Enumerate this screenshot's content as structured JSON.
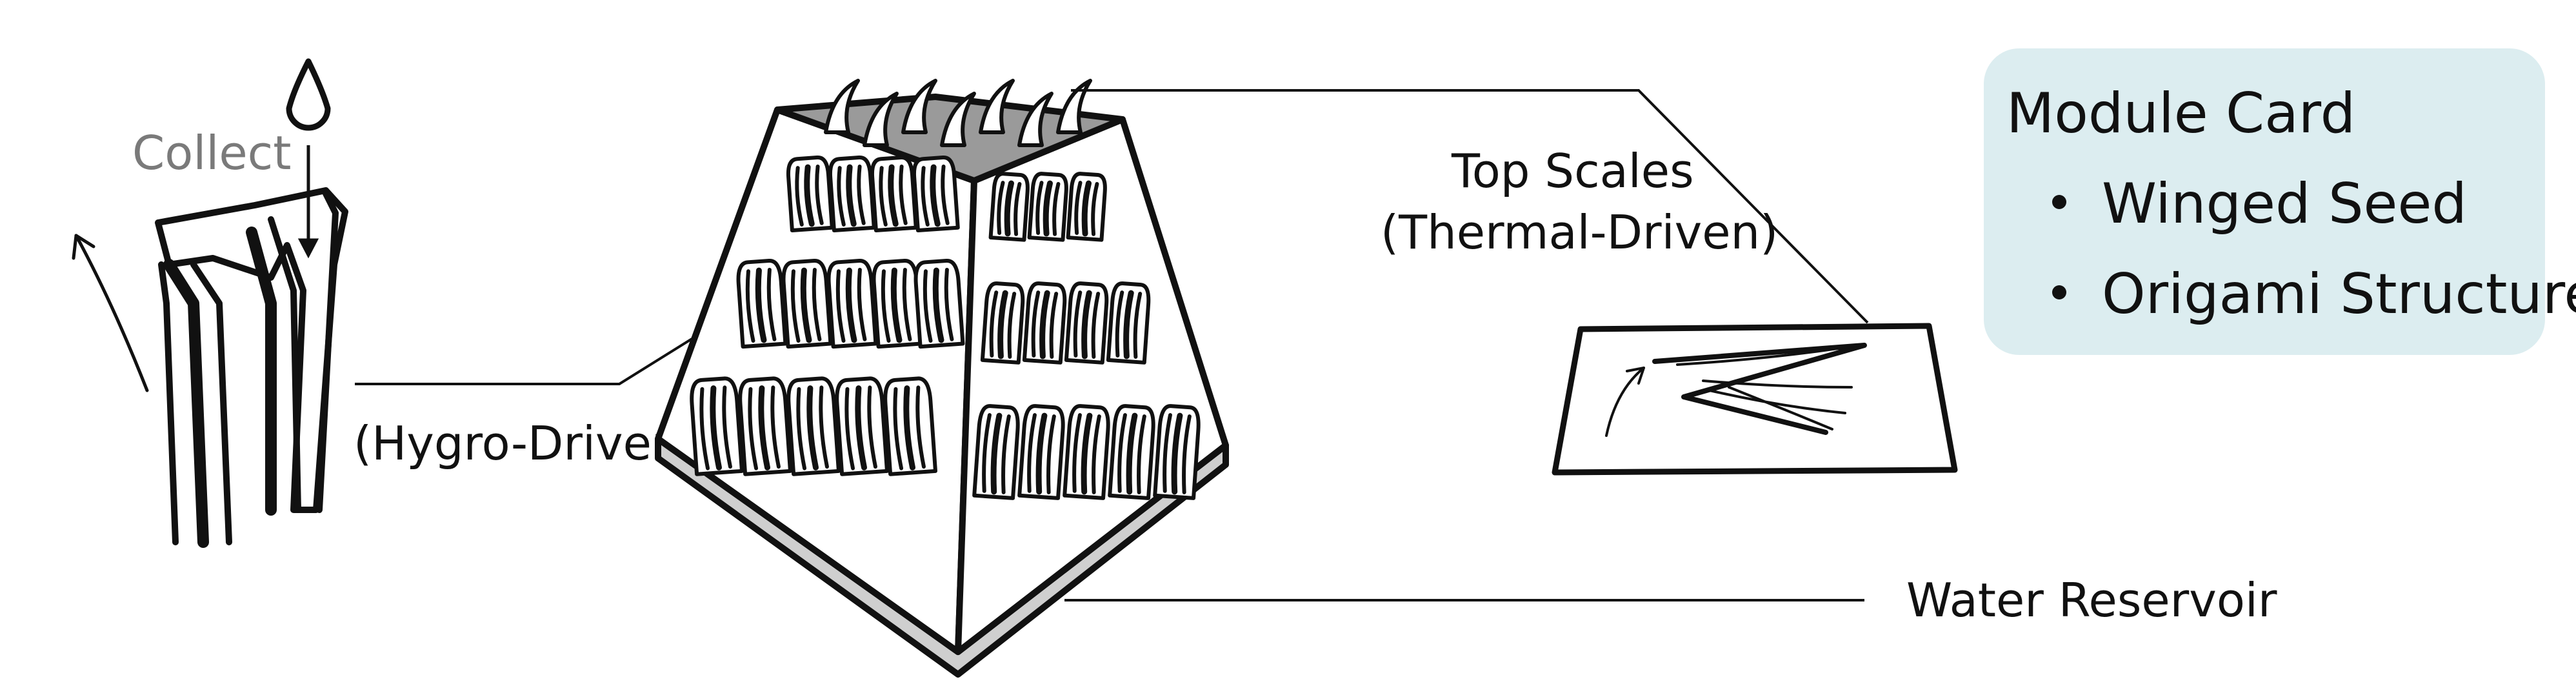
{
  "labels": {
    "collect": "Collect",
    "hygro": "(Hygro-Driven)",
    "top_scales_line1": "Top Scales",
    "top_scales_line2": "(Thermal-Driven)",
    "water_reservoir": "Water Reservoir"
  },
  "module_card": {
    "title": "Module Card",
    "items": [
      "Winged Seed",
      "Origami Structure"
    ],
    "background": "#dcedf0"
  },
  "colors": {
    "stroke": "#111111",
    "collect_text": "#7a7a7a",
    "base_band": "#cfcfcf",
    "top_face": "#9a9a9a"
  }
}
